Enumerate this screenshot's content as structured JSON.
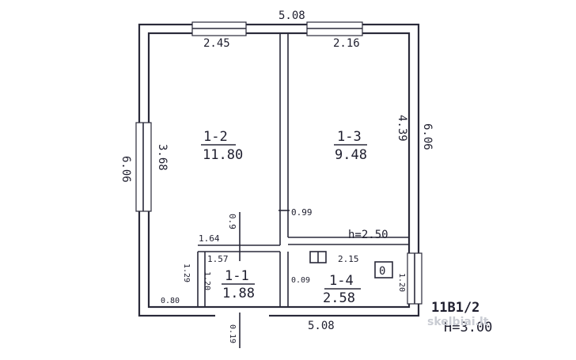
{
  "plan": {
    "outer_top": "5.08",
    "outer_bottom": "5.08",
    "outer_left": "6.06",
    "outer_right": "6.06",
    "wall_2_45": "2.45",
    "wall_2_16": "2.16",
    "dim_3_68": "3.68",
    "dim_4_39": "4.39",
    "dim_0_99": "0.99",
    "height_label": "h=2.50",
    "dim_1_64": "1.64",
    "dim_0_9": "0.9",
    "dim_1_57": "1.57",
    "dim_1_29": "1.29",
    "dim_1_20_left": "1.20",
    "dim_0_80": "0.80",
    "dim_0_09": "0.09",
    "dim_2_15": "2.15",
    "dim_1_20_right": "1.20",
    "dim_0_19": "0.19",
    "rooms": [
      {
        "id": "1-2",
        "area": "11.80"
      },
      {
        "id": "1-3",
        "area": "9.48"
      },
      {
        "id": "1-1",
        "area": "1.88"
      },
      {
        "id": "1-4",
        "area": "2.58"
      }
    ],
    "stove_label": "0",
    "building_code": "11B1/2",
    "building_height": "H=3.00",
    "watermark": "skelbiai.lt"
  }
}
